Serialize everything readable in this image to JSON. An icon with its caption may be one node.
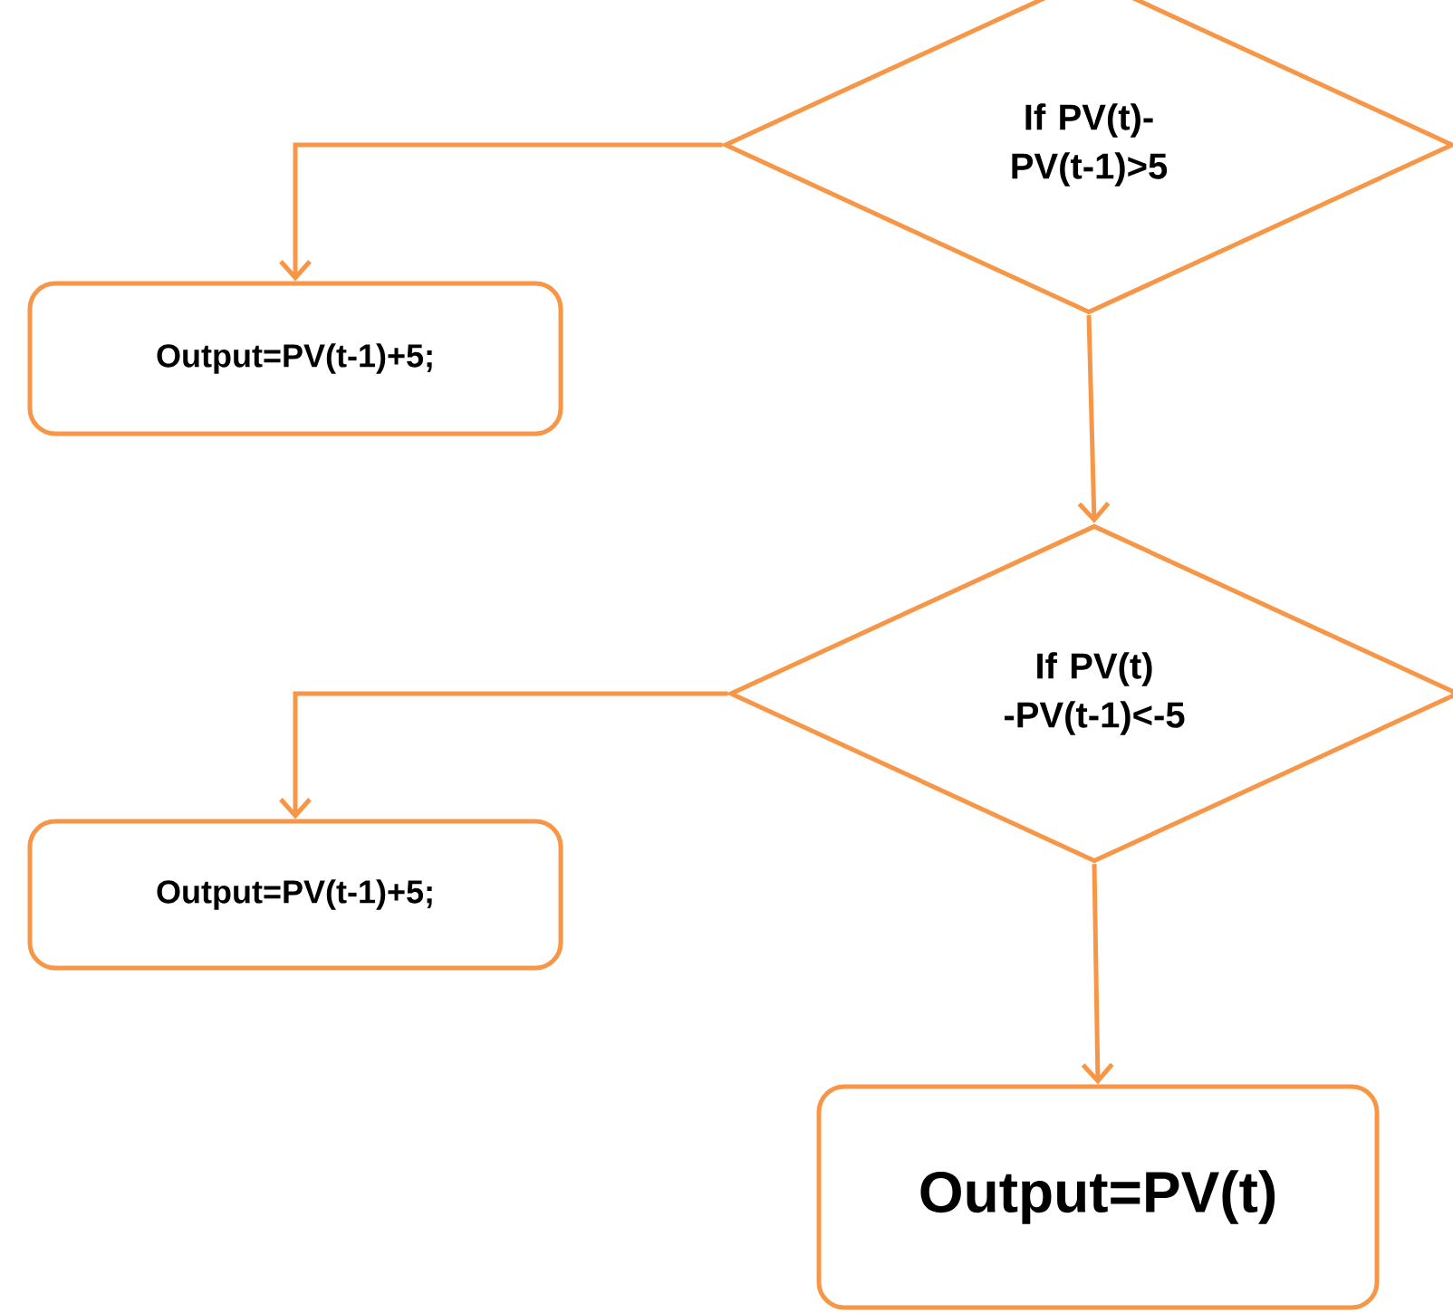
{
  "diagram": {
    "nodes": [
      {
        "text": [
          "If PV(t)- PV(t-1)>5"
        ]
      },
      {
        "text": [
          "Output=PV(t-1)+5;"
        ]
      },
      {
        "text": [
          "If PV(t) -PV(t-1)<-5"
        ]
      },
      {
        "text": [
          "Output=PV(t-1)+5;"
        ]
      },
      {
        "text": [
          "Output=PV(t)"
        ]
      }
    ],
    "edges": [
      {
        "from": 0,
        "to": 1,
        "arrow": "to"
      },
      {
        "from": 0,
        "to": 2,
        "arrow": "to"
      },
      {
        "from": 2,
        "to": 3,
        "arrow": "to"
      },
      {
        "from": 2,
        "to": 4,
        "arrow": "to"
      }
    ]
  }
}
